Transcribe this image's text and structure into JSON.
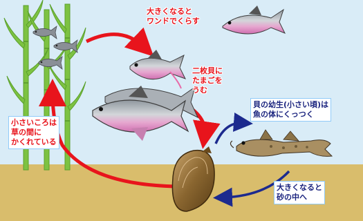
{
  "labels": {
    "grow_wander": "大きくなると\nワンドでくらす",
    "egg_in_bivalve": "二枚貝に\nたまごを\nうむ",
    "larva_on_fish": "貝の幼生(小さい頃)は\n魚の体にくっつく",
    "into_sand": "大きくなると\n砂の中へ",
    "young_in_grass": "小さいころは\n草の間に\nかくれている"
  },
  "colors": {
    "water": "#d9ecf7",
    "sand": "#d9bd6c",
    "red_arrow": "#e8141c",
    "navy_arrow": "#1c2a8e",
    "reed": "#7dc242",
    "bitterling_belly": "#e8a0c8",
    "goby": "#a98f62",
    "clam": "#7a5a2a"
  },
  "icons": {
    "reeds": "reed-icon",
    "small_fish": "fish-icon",
    "bitterling": "bitterling-fish-icon",
    "goby": "goby-fish-icon",
    "clam": "freshwater-mussel-icon"
  }
}
